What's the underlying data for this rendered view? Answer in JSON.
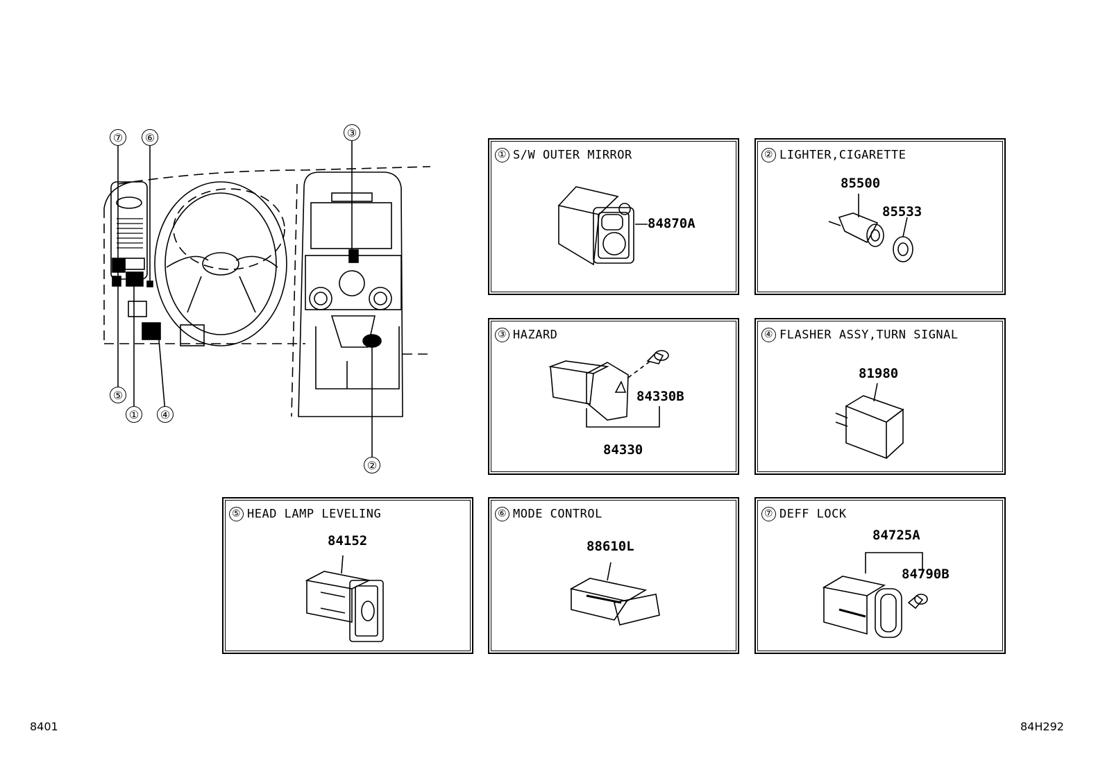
{
  "callouts": [
    "⑦",
    "⑥",
    "③",
    "⑤",
    "①",
    "④",
    "②"
  ],
  "panels": [
    {
      "num": "①",
      "title": "S/W OUTER MIRROR",
      "parts": [
        "84870A"
      ]
    },
    {
      "num": "②",
      "title": "LIGHTER,CIGARETTE",
      "parts": [
        "85500",
        "85533"
      ]
    },
    {
      "num": "③",
      "title": "HAZARD",
      "parts": [
        "84330B",
        "84330"
      ]
    },
    {
      "num": "④",
      "title": "FLASHER ASSY,TURN SIGNAL",
      "parts": [
        "81980"
      ]
    },
    {
      "num": "⑤",
      "title": "HEAD LAMP LEVELING",
      "parts": [
        "84152"
      ]
    },
    {
      "num": "⑥",
      "title": "MODE CONTROL",
      "parts": [
        "88610L"
      ]
    },
    {
      "num": "⑦",
      "title": "DEFF LOCK",
      "parts": [
        "84725A",
        "84790B"
      ]
    }
  ],
  "footer": {
    "left_code": "8401",
    "right_code": "84H292"
  }
}
